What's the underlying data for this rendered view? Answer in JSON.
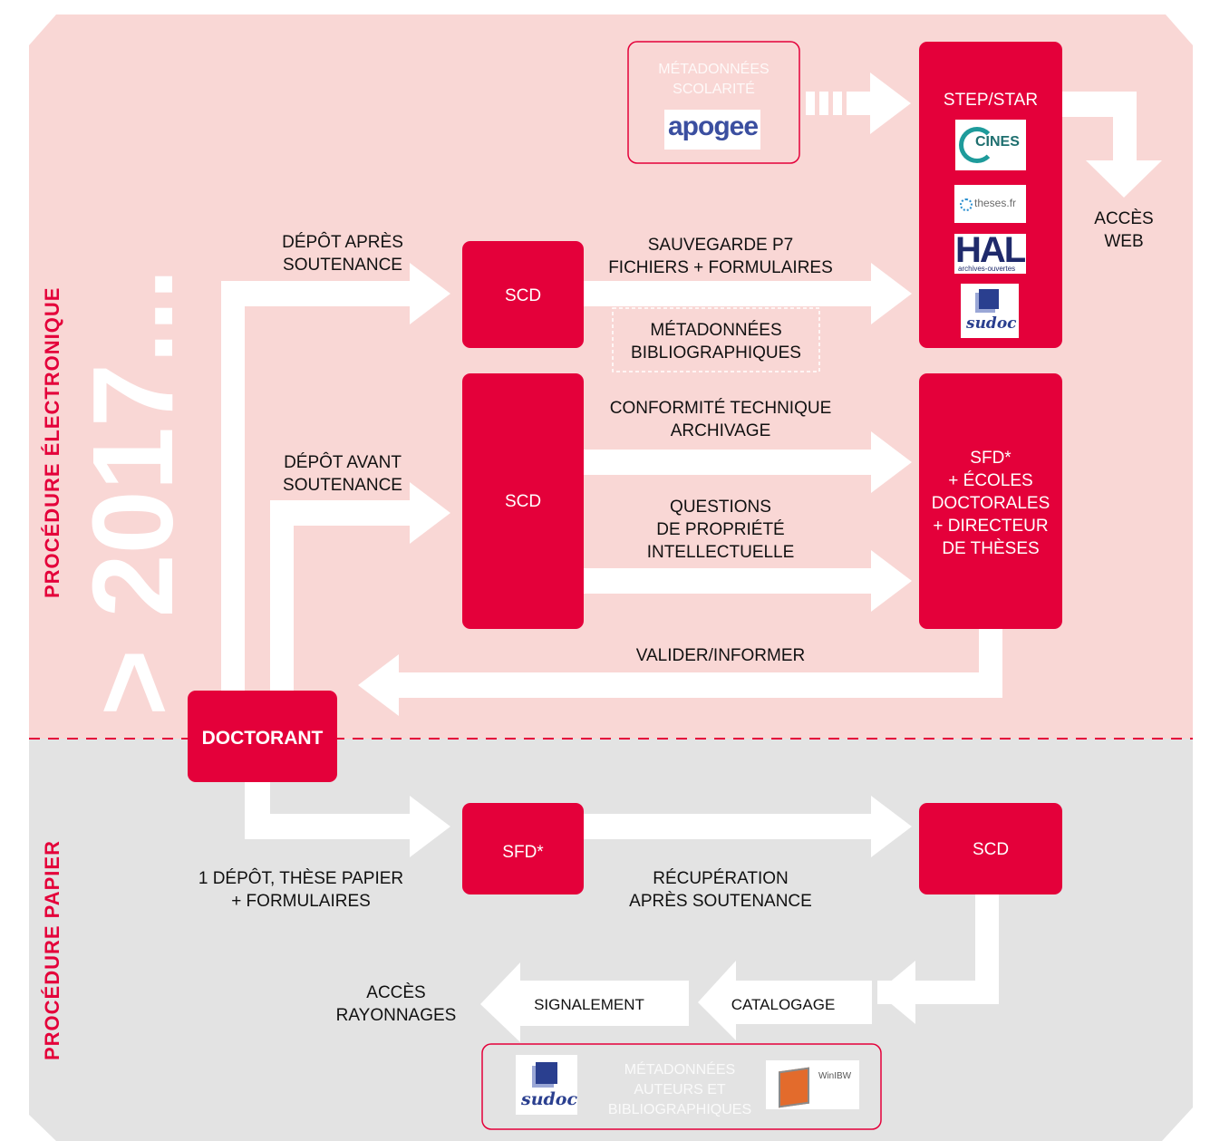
{
  "colors": {
    "accent_red": "#e4003a",
    "electronic_bg": "#f9d7d5",
    "paper_bg": "#e3e3e3",
    "arrow": "#ffffff"
  },
  "side_labels": {
    "electronic": "PROCÉDURE ÉLECTRONIQUE",
    "paper": "PROCÉDURE PAPIER"
  },
  "watermark": "> 2017...",
  "boxes": {
    "doctorant": "DOCTORANT",
    "scd_top": "SCD",
    "scd_mid": "SCD",
    "step_star": "STEP/STAR",
    "sfd_block": [
      "SFD*",
      "+ ÉCOLES",
      "DOCTORALES",
      "+ DIRECTEUR",
      "DE THÈSES"
    ],
    "sfd_paper": "SFD*",
    "scd_paper": "SCD"
  },
  "metadata_boxes": {
    "scolarite": [
      "MÉTADONNÉES",
      "SCOLARITÉ"
    ],
    "biblio": [
      "MÉTADONNÉES",
      "BIBLIOGRAPHIQUES"
    ],
    "auteurs": [
      "MÉTADONNÉES",
      "AUTEURS ET",
      "BIBLIOGRAPHIQUES"
    ]
  },
  "logos": {
    "apogee": "apogee",
    "cines": "CINES",
    "theses": "theses.fr",
    "hal": "HAL",
    "hal_sub": "archives-ouvertes",
    "sudoc": "sudoc",
    "winibw": "WinIBW"
  },
  "labels": {
    "depot_apres": [
      "DÉPÔT APRÈS",
      "SOUTENANCE"
    ],
    "depot_avant": [
      "DÉPÔT AVANT",
      "SOUTENANCE"
    ],
    "sauvegarde": [
      "SAUVEGARDE P7",
      "FICHIERS + FORMULAIRES"
    ],
    "conformite": [
      "CONFORMITÉ TECHNIQUE",
      "ARCHIVAGE"
    ],
    "questions": [
      "QUESTIONS",
      "DE PROPRIÉTÉ",
      "INTELLECTUELLE"
    ],
    "valider": "VALIDER/INFORMER",
    "acces_web": [
      "ACCÈS",
      "WEB"
    ],
    "depot_papier": [
      "1 DÉPÔT, THÈSE PAPIER",
      "+ FORMULAIRES"
    ],
    "recuperation": [
      "RÉCUPÉRATION",
      "APRÈS SOUTENANCE"
    ],
    "catalogage": "CATALOGAGE",
    "signalement": "SIGNALEMENT",
    "acces_rayonnages": [
      "ACCÈS",
      "RAYONNAGES"
    ]
  }
}
